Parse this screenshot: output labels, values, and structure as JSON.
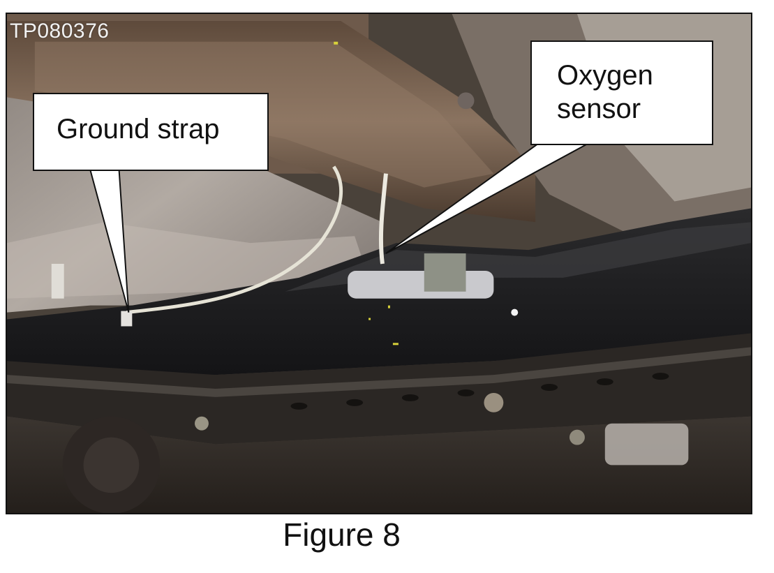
{
  "image": {
    "watermark": "TP080376",
    "callouts": {
      "ground_strap": "Ground strap",
      "oxygen_sensor": "Oxygen\nsensor"
    }
  },
  "caption": "Figure 8",
  "colors": {
    "border": "#111111",
    "callout_fill": "#ffffff",
    "frame_black": "#1c1c1e",
    "exhaust_rust": "#6b5140",
    "heat_shield": "#9a918a",
    "wire": "#e6e3d6"
  }
}
